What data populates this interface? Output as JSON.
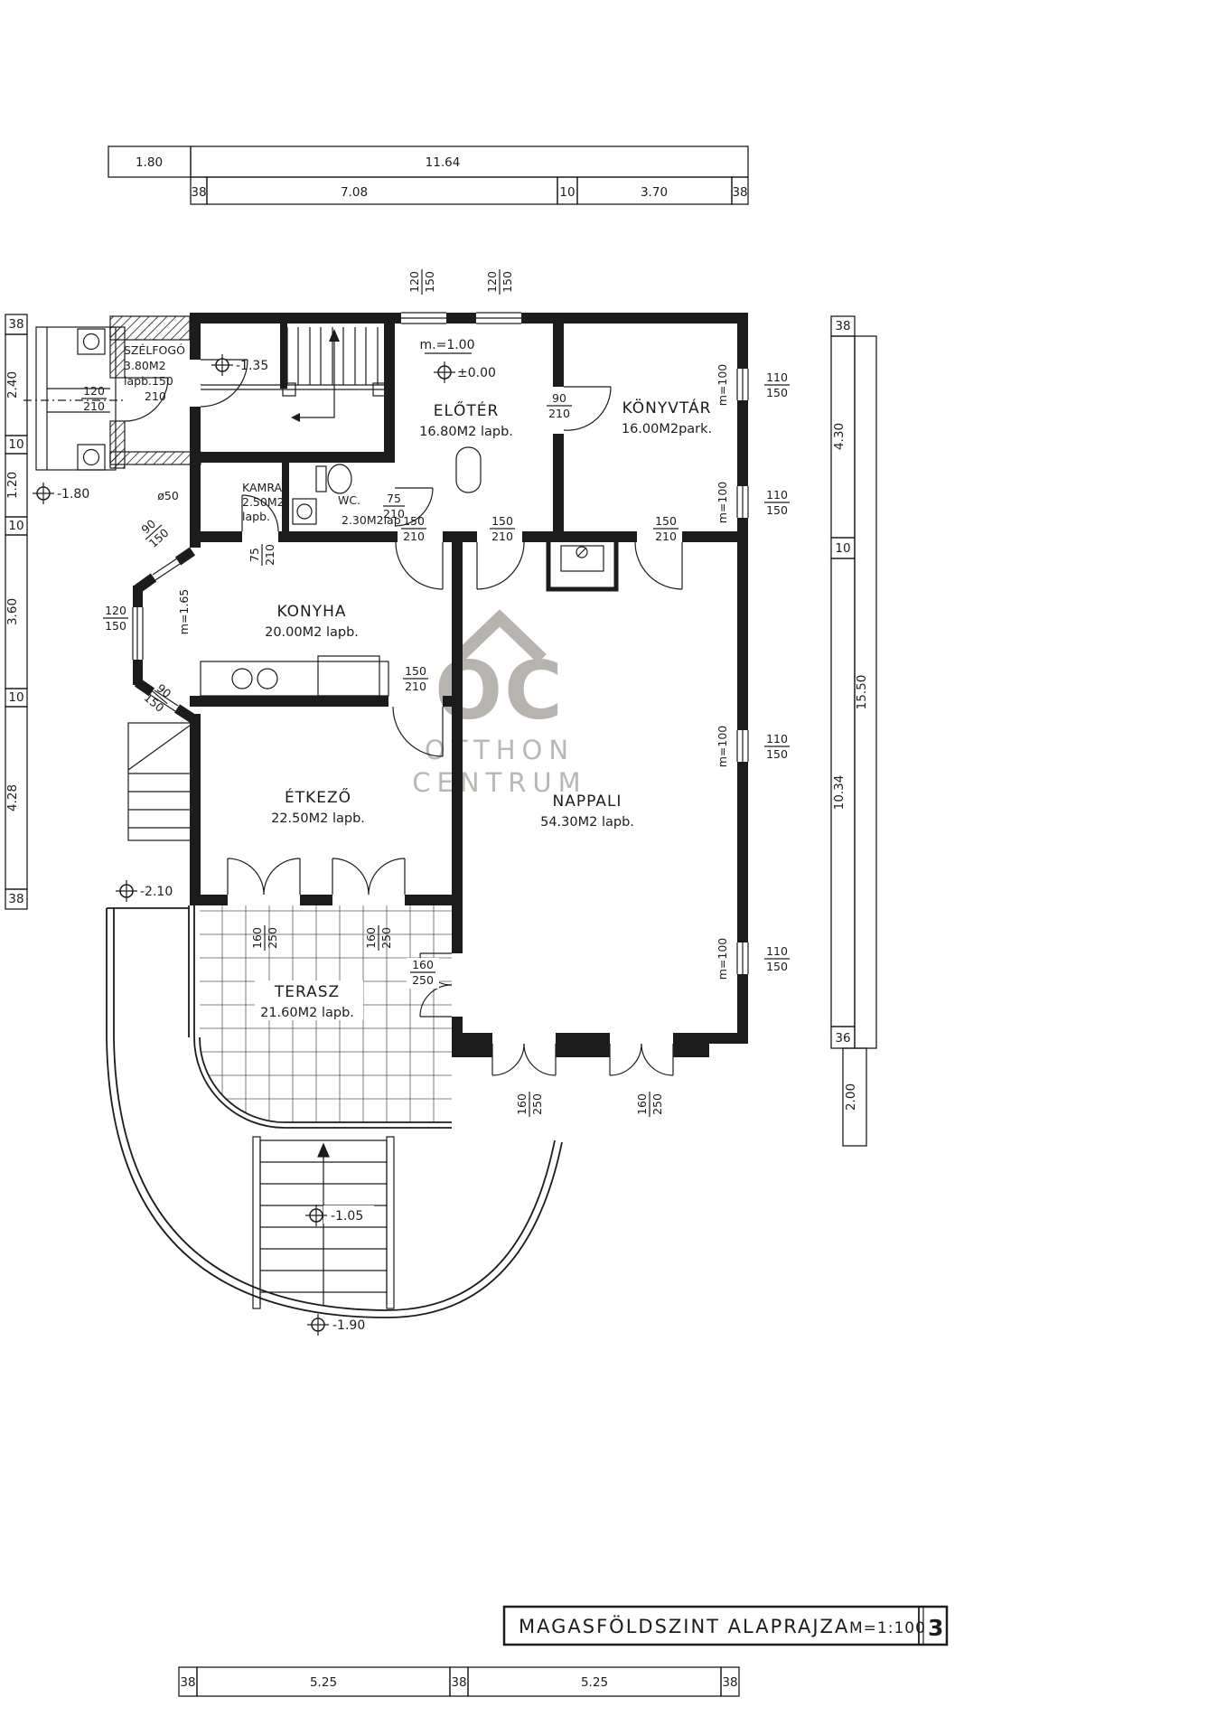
{
  "title_block": {
    "title": "MAGASFÖLDSZINT ALAPRAJZA",
    "scale": "M=1:100",
    "page": "3"
  },
  "watermark": {
    "logo": "OC",
    "line1": "OTTHON",
    "line2": "CENTRUM"
  },
  "rooms": {
    "szelfogo": {
      "name": "SZÉLFOGÓ",
      "area": "3.80M2",
      "floor": "lapb.150",
      "floor2": "210"
    },
    "eloter": {
      "name": "ELŐTÉR",
      "area": "16.80M2 lapb."
    },
    "konyvtar": {
      "name": "KÖNYVTÁR",
      "area": "16.00M2park."
    },
    "kamra": {
      "name": "KAMRA",
      "area": "2.50M2",
      "floor": "lapb."
    },
    "wc": {
      "name": "WC.",
      "area": "2.30M2lap"
    },
    "konyha": {
      "name": "KONYHA",
      "area": "20.00M2 lapb."
    },
    "etkezo": {
      "name": "ÉTKEZŐ",
      "area": "22.50M2 lapb."
    },
    "nappali": {
      "name": "NAPPALI",
      "area": "54.30M2 lapb."
    },
    "terasz": {
      "name": "TERASZ",
      "area": "21.60M2 lapb."
    }
  },
  "levels": {
    "m_eloter": "m.=1.00",
    "zero": "±0.00",
    "n135": "-1.35",
    "n180": "-1.80",
    "n210": "-2.10",
    "n105": "-1.05",
    "n190": "-1.90"
  },
  "annotations": {
    "m100": "m=100",
    "m165": "m=1.65",
    "phi50": "ø50"
  },
  "fractions": {
    "f120_150": {
      "a": "120",
      "b": "150"
    },
    "f120_210": {
      "a": "120",
      "b": "210"
    },
    "f90_210": {
      "a": "90",
      "b": "210"
    },
    "f110_150": {
      "a": "110",
      "b": "150"
    },
    "f75_210": {
      "a": "75",
      "b": "210"
    },
    "f150_210": {
      "a": "150",
      "b": "210"
    },
    "f90_150": {
      "a": "90",
      "b": "150"
    },
    "f160_250": {
      "a": "160",
      "b": "250"
    }
  },
  "dims": {
    "top1": [
      "1.80",
      "11.64"
    ],
    "top2": [
      "38",
      "7.08",
      "10",
      "3.70",
      "38"
    ],
    "left": [
      "38",
      "2.40",
      "10",
      "1.20",
      "10",
      "3.60",
      "10",
      "4.28",
      "38"
    ],
    "right_inner": [
      "38",
      "4.30",
      "10",
      "10.34",
      "36",
      "2.00"
    ],
    "right_outer": [
      "15.50"
    ],
    "bottom": [
      "38",
      "5.25",
      "38",
      "5.25",
      "38"
    ]
  }
}
